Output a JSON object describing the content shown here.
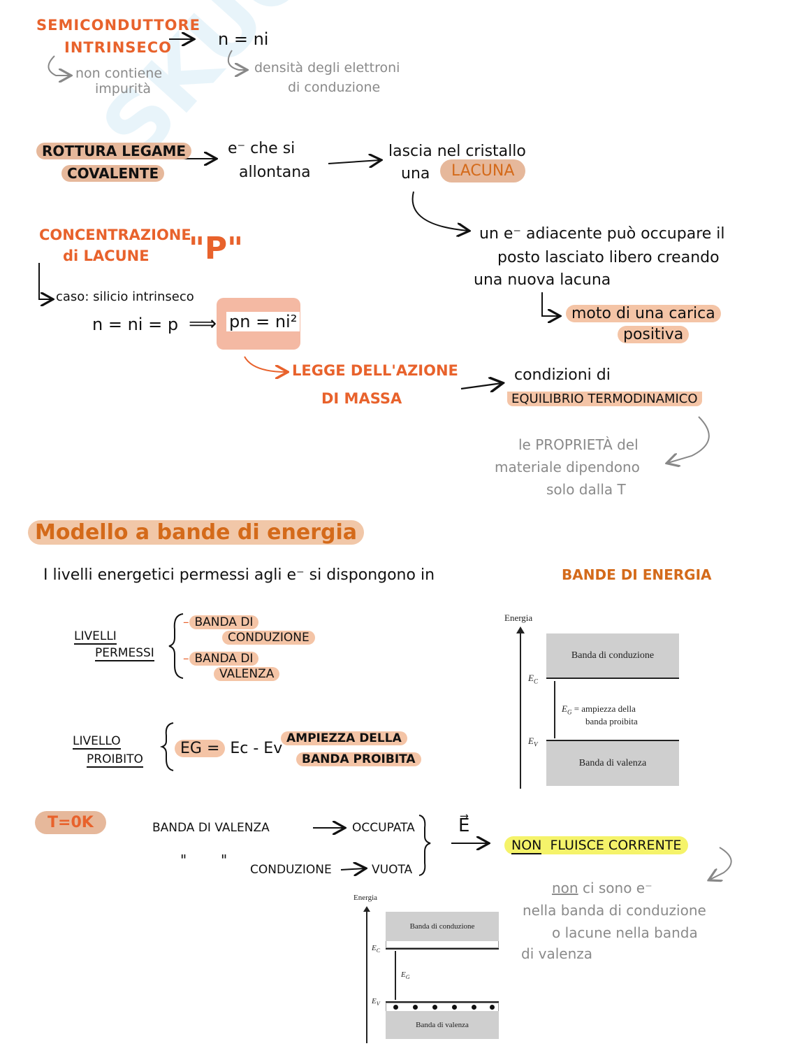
{
  "watermark": "SKUOLA.net",
  "s1": {
    "title1": "SEMICONDUTTORE",
    "title2": "INTRINSECO",
    "formula": "n = ni",
    "note1a": "non contiene",
    "note1b": "impurità",
    "note2a": "densità degli elettroni",
    "note2b": "di conduzione"
  },
  "s2": {
    "a1": "ROTTURA LEGAME",
    "a2": "COVALENTE",
    "b1": "e⁻ che si",
    "b2": "allontana",
    "c1": "lascia nel cristallo",
    "c2": "una",
    "lacuna": "LACUNA",
    "d1": "un e⁻ adiacente può occupare il",
    "d2": "posto lasciato libero creando",
    "d3": "una nuova lacuna",
    "e1": "moto di una carica",
    "e2": "positiva"
  },
  "s3": {
    "title1": "CONCENTRAZIONE",
    "title2": "di LACUNE",
    "p": "\"P\"",
    "caso": "caso: silicio intrinseco",
    "eq": "n = ni = p",
    "implies": "⟹",
    "pn": "pn = ni²",
    "law1": "LEGGE DELL'AZIONE",
    "law2": "DI MASSA",
    "cond1": "condizioni di",
    "cond2": "EQUILIBRIO TERMODINAMICO",
    "prop1": "le PROPRIETÀ del",
    "prop2": "materiale dipendono",
    "prop3": "solo dalla T"
  },
  "s4": {
    "heading": "Modello a bande di energia",
    "sentence": "I livelli energetici permessi agli e⁻ si dispongono in",
    "sentence_hl": "BANDE DI ENERGIA",
    "lp1": "LIVELLI",
    "lp2": "PERMESSI",
    "bc1": "BANDA DI",
    "bc2": "CONDUZIONE",
    "bv1": "BANDA DI",
    "bv2": "VALENZA",
    "lv1": "LIVELLO",
    "lv2": "PROIBITO",
    "eg": "EG =",
    "eg2": "Ec - Ev",
    "amp1": "AMPIEZZA DELLA",
    "amp2": "BANDA PROIBITA"
  },
  "fig1": {
    "energia": "Energia",
    "cond": "Banda di conduzione",
    "ec": "E",
    "ec_sub": "C",
    "eg": "E",
    "eg_sub": "G",
    "eg_text1": "= ampiezza della",
    "eg_text2": "banda proibita",
    "ev": "E",
    "ev_sub": "V",
    "val": "Banda di valenza"
  },
  "s5": {
    "t0": "T=0K",
    "row1a": "BANDA DI VALENZA",
    "row1b": "OCCUPATA",
    "ditto1": "\"",
    "ditto2": "\"",
    "row2a": "CONDUZIONE",
    "row2b": "VUOTA",
    "efield": "E⃗",
    "non": "NON",
    "fluisce": "FLUISCE CORRENTE",
    "n1a": "non",
    "n1b": "ci sono e⁻",
    "n2": "nella banda di conduzione",
    "n3": "o lacune nella banda",
    "n4": "di valenza"
  },
  "fig2": {
    "energia": "Energia",
    "cond": "Banda di conduzione",
    "ec": "E",
    "ec_sub": "C",
    "eg": "E",
    "eg_sub": "G",
    "ev": "E",
    "ev_sub": "V",
    "val": "Banda di valenza"
  }
}
